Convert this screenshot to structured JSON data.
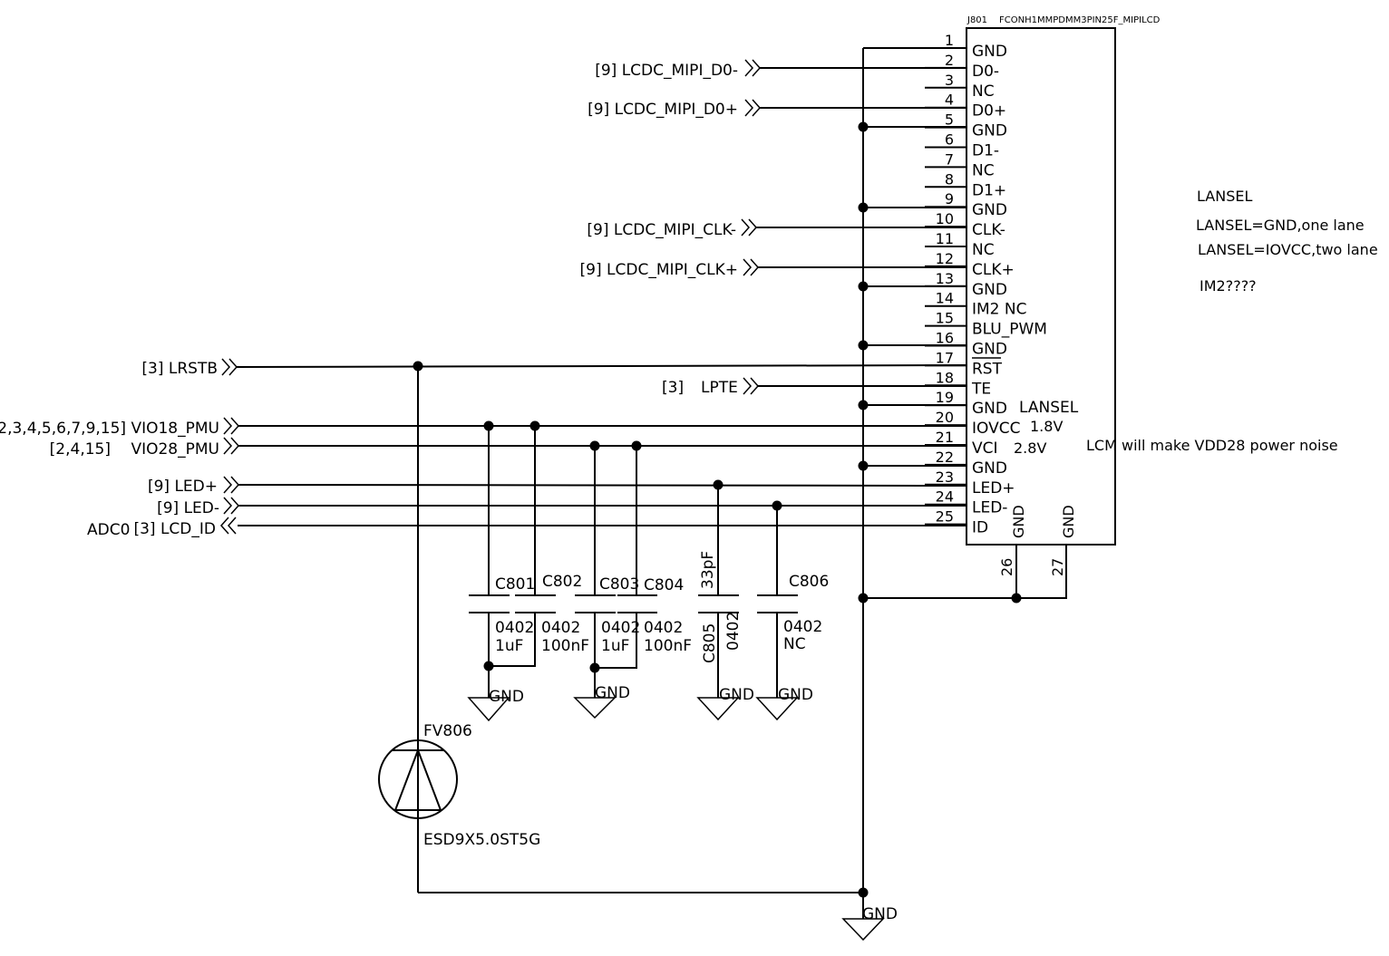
{
  "connector": {
    "ref": "J801",
    "part": "FCONH1MMPDMM3PIN25F_MIPILCD",
    "pins": [
      {
        "num": "1",
        "name": "GND"
      },
      {
        "num": "2",
        "name": "D0-"
      },
      {
        "num": "3",
        "name": "NC"
      },
      {
        "num": "4",
        "name": "D0+"
      },
      {
        "num": "5",
        "name": "GND"
      },
      {
        "num": "6",
        "name": "D1-"
      },
      {
        "num": "7",
        "name": "NC"
      },
      {
        "num": "8",
        "name": "D1+"
      },
      {
        "num": "9",
        "name": "GND"
      },
      {
        "num": "10",
        "name": "CLK-"
      },
      {
        "num": "11",
        "name": "NC"
      },
      {
        "num": "12",
        "name": "CLK+"
      },
      {
        "num": "13",
        "name": "GND"
      },
      {
        "num": "14",
        "name": "IM2  NC"
      },
      {
        "num": "15",
        "name": "BLU_PWM"
      },
      {
        "num": "16",
        "name": "GND"
      },
      {
        "num": "17",
        "name": "RST"
      },
      {
        "num": "18",
        "name": "TE"
      },
      {
        "num": "19",
        "name": "GND"
      },
      {
        "num": "20",
        "name": "IOVCC"
      },
      {
        "num": "21",
        "name": "VCI"
      },
      {
        "num": "22",
        "name": "GND"
      },
      {
        "num": "23",
        "name": "LED+"
      },
      {
        "num": "24",
        "name": "LED-"
      },
      {
        "num": "25",
        "name": "ID"
      }
    ],
    "bottom_pins": [
      {
        "num": "26",
        "name": "GND"
      },
      {
        "num": "27",
        "name": "GND"
      }
    ],
    "inner_notes": {
      "lansel": "LANSEL",
      "v18": "1.8V",
      "v28": "2.8V"
    }
  },
  "nets": [
    {
      "ref": "[9]",
      "name": "LCDC_MIPI_D0-"
    },
    {
      "ref": "[9]",
      "name": "LCDC_MIPI_D0+"
    },
    {
      "ref": "[9]",
      "name": "LCDC_MIPI_CLK-"
    },
    {
      "ref": "[9]",
      "name": "LCDC_MIPI_CLK+"
    },
    {
      "ref": "[3]",
      "name": "LRSTB"
    },
    {
      "ref": "[3]",
      "name": "LPTE"
    },
    {
      "ref": "[2,3,4,5,6,7,9,15]",
      "name": "VIO18_PMU"
    },
    {
      "ref": "[2,4,15]",
      "name": "VIO28_PMU"
    },
    {
      "ref": "[9]",
      "name": "LED+"
    },
    {
      "ref": "[9]",
      "name": "LED-"
    },
    {
      "ref": "[3]",
      "name": "LCD_ID",
      "prefix": "ADC0"
    }
  ],
  "capacitors": [
    {
      "ref": "C801",
      "pkg": "0402",
      "value": "1uF"
    },
    {
      "ref": "C802",
      "pkg": "0402",
      "value": "100nF"
    },
    {
      "ref": "C803",
      "pkg": "0402",
      "value": "1uF"
    },
    {
      "ref": "C804",
      "pkg": "0402",
      "value": "100nF"
    },
    {
      "ref": "C805",
      "pkg": "0402",
      "value": "33pF"
    },
    {
      "ref": "C806",
      "pkg": "0402",
      "value": "NC"
    }
  ],
  "tvs": {
    "ref": "FV806",
    "part": "ESD9X5.0ST5G"
  },
  "gnd_label": "GND",
  "notes": {
    "lansel_title": "LANSEL",
    "lansel_one": "LANSEL=GND,one lane",
    "lansel_two": "LANSEL=IOVCC,two lane",
    "im2": "IM2????",
    "lcm": "LCM will make VDD28 power noise"
  }
}
